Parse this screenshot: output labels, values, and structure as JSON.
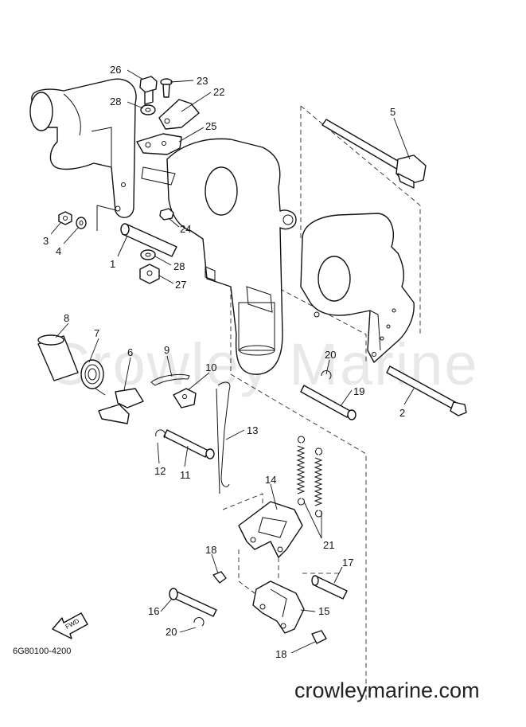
{
  "watermark": "Crowley Marine",
  "diagram_code": "6G80100-4200",
  "website": "crowleymarine.com",
  "fwd_label": "FWD",
  "callouts": [
    {
      "id": "c26",
      "text": "26"
    },
    {
      "id": "c23",
      "text": "23"
    },
    {
      "id": "c22",
      "text": "22"
    },
    {
      "id": "c28a",
      "text": "28"
    },
    {
      "id": "c25",
      "text": "25"
    },
    {
      "id": "c5",
      "text": "5"
    },
    {
      "id": "c3",
      "text": "3"
    },
    {
      "id": "c4",
      "text": "4"
    },
    {
      "id": "c24",
      "text": "24"
    },
    {
      "id": "c1",
      "text": "1"
    },
    {
      "id": "c28b",
      "text": "28"
    },
    {
      "id": "c27",
      "text": "27"
    },
    {
      "id": "c8",
      "text": "8"
    },
    {
      "id": "c7",
      "text": "7"
    },
    {
      "id": "c6",
      "text": "6"
    },
    {
      "id": "c9",
      "text": "9"
    },
    {
      "id": "c10",
      "text": "10"
    },
    {
      "id": "c20a",
      "text": "20"
    },
    {
      "id": "c19",
      "text": "19"
    },
    {
      "id": "c2",
      "text": "2"
    },
    {
      "id": "c13",
      "text": "13"
    },
    {
      "id": "c12",
      "text": "12"
    },
    {
      "id": "c11",
      "text": "11"
    },
    {
      "id": "c14",
      "text": "14"
    },
    {
      "id": "c21",
      "text": "21"
    },
    {
      "id": "c18a",
      "text": "18"
    },
    {
      "id": "c17",
      "text": "17"
    },
    {
      "id": "c16",
      "text": "16"
    },
    {
      "id": "c15",
      "text": "15"
    },
    {
      "id": "c20b",
      "text": "20"
    },
    {
      "id": "c18b",
      "text": "18"
    }
  ]
}
